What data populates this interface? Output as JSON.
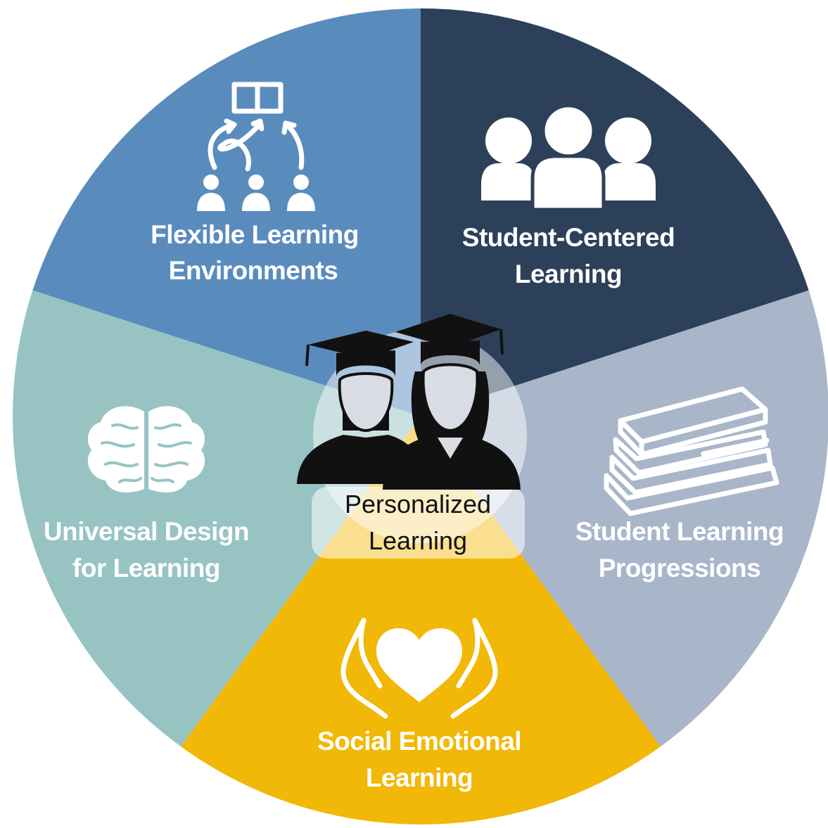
{
  "center": {
    "line1": "Personalized",
    "line2": "Learning"
  },
  "segments": [
    {
      "id": "flexible",
      "line1": "Flexible Learning",
      "line2": "Environments",
      "icon": "book-students-arrows-icon",
      "color": "#5a8bbd"
    },
    {
      "id": "student-centered",
      "line1": "Student-Centered",
      "line2": "Learning",
      "icon": "group-people-icon",
      "color": "#2c4159"
    },
    {
      "id": "progressions",
      "line1": "Student Learning",
      "line2": "Progressions",
      "icon": "stacked-books-icon",
      "color": "#a9b6c9"
    },
    {
      "id": "sel",
      "line1": "Social Emotional",
      "line2": "Learning",
      "icon": "hands-heart-icon",
      "color": "#f2b807"
    },
    {
      "id": "udl",
      "line1": "Universal Design",
      "line2": "for Learning",
      "icon": "brain-icon",
      "color": "#97c3c3"
    }
  ],
  "center_icon": "graduates-icon"
}
